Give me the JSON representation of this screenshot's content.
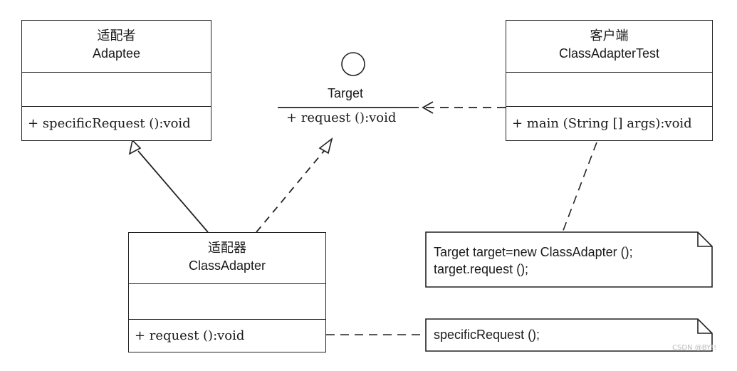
{
  "adaptee": {
    "title_zh": "适配者",
    "title_en": "Adaptee",
    "operation": "+ specificRequest ():void"
  },
  "target": {
    "name": "Target",
    "operation": "+ request ():void"
  },
  "client": {
    "title_zh": "客户端",
    "title_en": "ClassAdapterTest",
    "operation": "+ main (String [] args):void"
  },
  "adapter": {
    "title_zh": "适配器",
    "title_en": "ClassAdapter",
    "operation": "+ request ():void"
  },
  "notes": {
    "client_note_line1": "Target target=new ClassAdapter ();",
    "client_note_line2": "target.request ();",
    "adapter_note": "specificRequest ();"
  },
  "watermark": "CSDN @BY!!"
}
